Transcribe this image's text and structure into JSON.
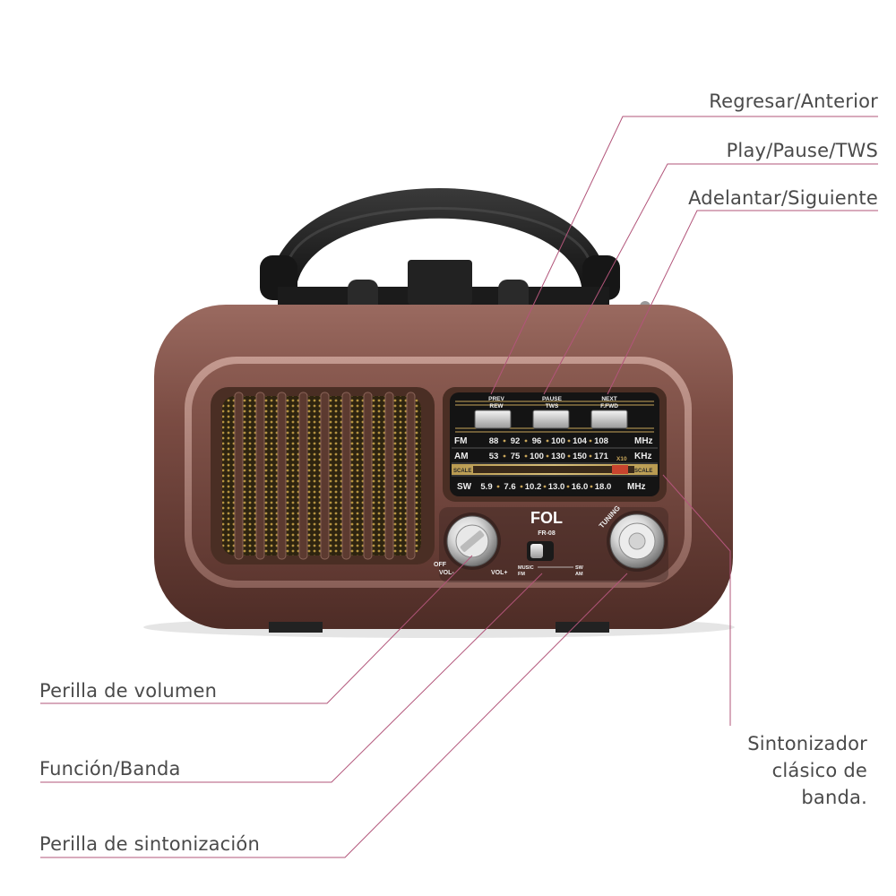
{
  "callouts": {
    "prev": "Regresar/Anterior",
    "play": "Play/Pause/TWS",
    "next": "Adelantar/Siguiente",
    "volume": "Perilla de volumen",
    "band": "Función/Banda",
    "tuning": "Perilla de sintonización",
    "dial_line1": "Sintonizador",
    "dial_line2": "clásico de",
    "dial_line3": "banda."
  },
  "radio": {
    "brand": "FOL",
    "model": "FR-08",
    "tuning_label": "TUNING",
    "vol_minus": "VOL-",
    "vol_plus": "VOL+",
    "off": "OFF",
    "buttons": {
      "prev_l1": "PREV",
      "prev_l2": "REW",
      "pause_l1": "PAUSE",
      "pause_l2": "TWS",
      "next_l1": "NEXT",
      "next_l2": "F.FWD"
    },
    "switch": {
      "music": "MUSIC",
      "fm": "FM",
      "sw": "SW",
      "am": "AM"
    },
    "dial": {
      "fm_band": "FM",
      "fm_unit": "MHz",
      "fm_values": [
        "88",
        "92",
        "96",
        "100",
        "104",
        "108"
      ],
      "am_band": "AM",
      "am_unit": "KHz",
      "am_mult": "X10",
      "am_values": [
        "53",
        "75",
        "100",
        "130",
        "150",
        "171"
      ],
      "scale_left": "SCALE",
      "scale_right": "SCALE",
      "sw_band": "SW",
      "sw_unit": "MHz",
      "sw_values": [
        "5.9",
        "7.6",
        "10.2",
        "13.0",
        "16.0",
        "18.0"
      ]
    }
  },
  "colors": {
    "body": "#7a4d44",
    "body_dark": "#4a2a24",
    "panel": "#3a2722",
    "callout_line": "#b2557a",
    "label_text": "#4a4a4a"
  }
}
